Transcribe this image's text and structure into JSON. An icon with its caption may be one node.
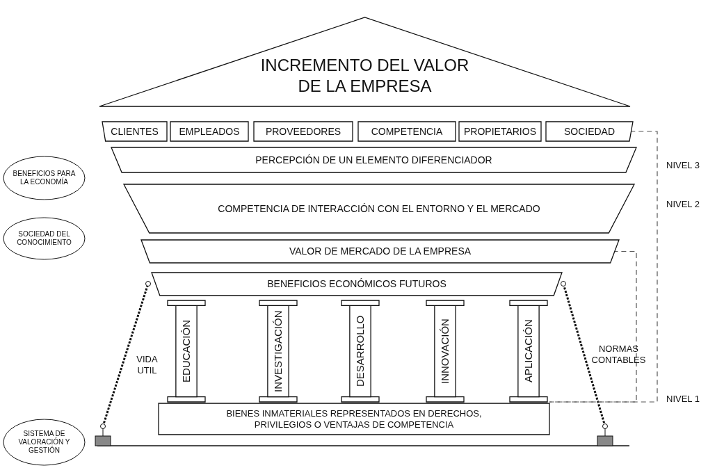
{
  "diagram": {
    "nodes": [
      {
        "text": [
          "INCREMENTO DEL VALOR DE LA EMPRESA"
        ]
      },
      {
        "text": [
          "CLIENTES"
        ]
      },
      {
        "text": [
          "EMPLEADOS"
        ]
      },
      {
        "text": [
          "PROVEEDORES"
        ]
      },
      {
        "text": [
          "COMPETENCIA"
        ]
      },
      {
        "text": [
          "PROPIETARIOS"
        ]
      },
      {
        "text": [
          "SOCIEDAD"
        ]
      },
      {
        "text": [
          "PERCEPCIÓN DE UN ELEMENTO DIFERENCIADOR"
        ]
      },
      {
        "text": [
          "COMPETENCIA DE INTERACCIÓN CON EL ENTORNO Y EL MERCADO"
        ]
      },
      {
        "text": [
          "VALOR DE MERCADO DE LA EMPRESA"
        ]
      },
      {
        "text": [
          "BENEFICIOS ECONÓMICOS FUTUROS"
        ]
      },
      {
        "text": [
          "EDUCACIÓN"
        ]
      },
      {
        "text": [
          "INVESTIGACIÓN"
        ]
      },
      {
        "text": [
          "DESARROLLO"
        ]
      },
      {
        "text": [
          "INNOVACIÓN"
        ]
      },
      {
        "text": [
          "APLICACIÓN"
        ]
      },
      {
        "text": [
          "BIENES INMATERIALES REPRESENTADOS EN DERECHOS, PRIVILEGIOS O VENTAJAS DE COMPETENCIA"
        ]
      },
      {
        "text": [
          "BENEFICIOS PARA LA ECONOMÍA"
        ]
      },
      {
        "text": [
          "SOCIEDAD DEL CONOCIMIENTO"
        ]
      },
      {
        "text": [
          "SISTEMA DE VALORACIÓN Y GESTIÓN"
        ]
      }
    ],
    "edges": [
      {
        "from": 6,
        "to": 16,
        "arrow": "none",
        "style": "dashed"
      },
      {
        "from": 9,
        "to": 16,
        "arrow": "none",
        "style": "dashed"
      }
    ],
    "labels": [
      "NIVEL 3",
      "NIVEL 2",
      "VIDA UTIL",
      "NORMAS CONTABLES",
      "NIVEL 1"
    ]
  }
}
